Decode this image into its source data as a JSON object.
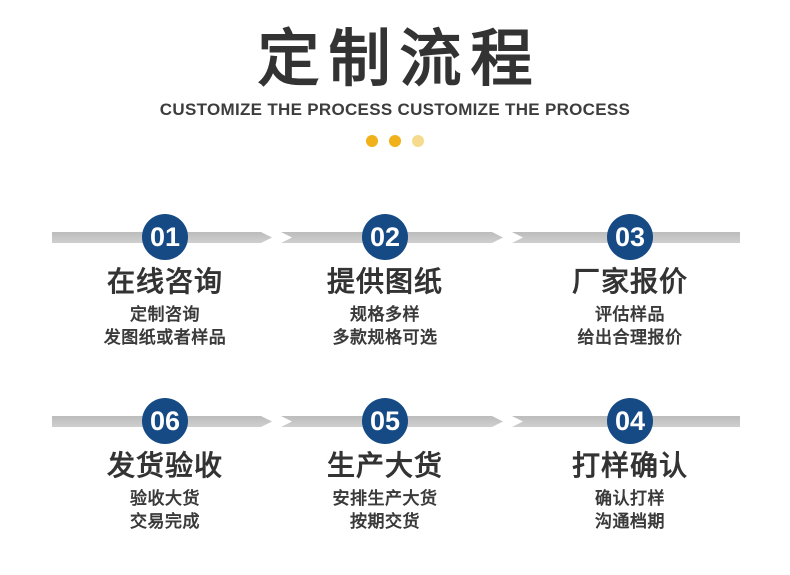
{
  "header": {
    "title": "定制流程",
    "subtitle": "CUSTOMIZE THE PROCESS CUSTOMIZE THE PROCESS"
  },
  "colors": {
    "step_circle": "#164a85",
    "bar_gray": "#c6c6c6",
    "dot_gold": "#f0b11b",
    "dot_light_gold": "#f6db8e",
    "text_dark": "#333333"
  },
  "rows": [
    {
      "steps": [
        {
          "number": "01",
          "title": "在线咨询",
          "desc": [
            "定制咨询",
            "发图纸或者样品"
          ]
        },
        {
          "number": "02",
          "title": "提供图纸",
          "desc": [
            "规格多样",
            "多款规格可选"
          ]
        },
        {
          "number": "03",
          "title": "厂家报价",
          "desc": [
            "评估样品",
            "给出合理报价"
          ]
        }
      ]
    },
    {
      "steps": [
        {
          "number": "06",
          "title": "发货验收",
          "desc": [
            "验收大货",
            "交易完成"
          ]
        },
        {
          "number": "05",
          "title": "生产大货",
          "desc": [
            "安排生产大货",
            "按期交货"
          ]
        },
        {
          "number": "04",
          "title": "打样确认",
          "desc": [
            "确认打样",
            "沟通档期"
          ]
        }
      ]
    }
  ]
}
